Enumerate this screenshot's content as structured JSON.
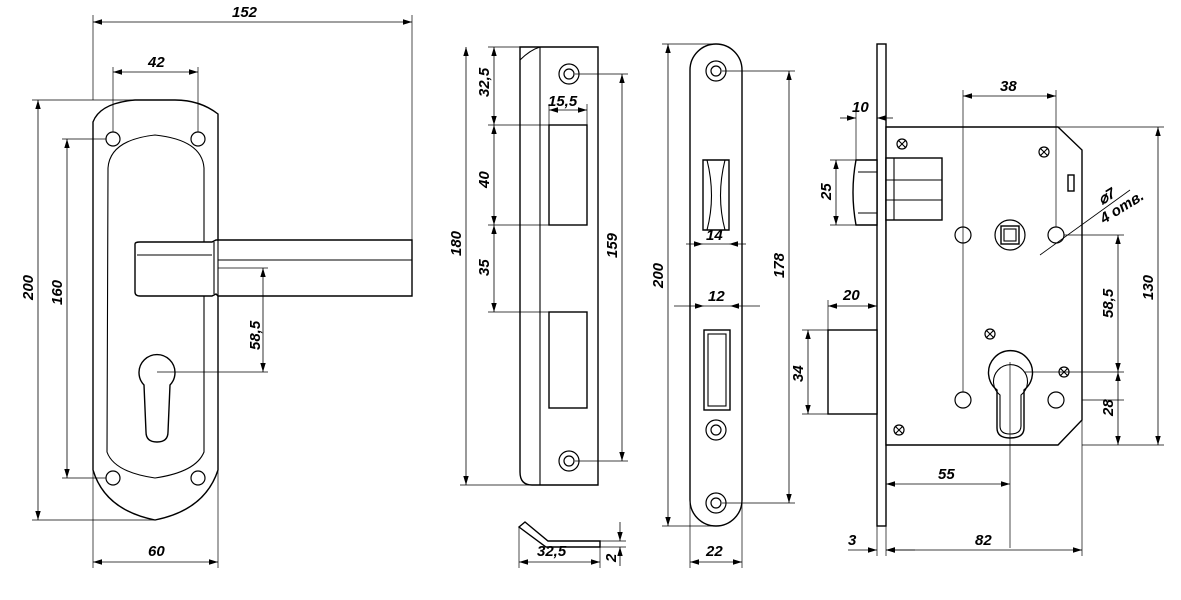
{
  "dimensions": {
    "handle_plate": {
      "overall_length": "152",
      "hole_spacing_horizontal": "42",
      "plate_height": "200",
      "hole_spacing_vertical": "160",
      "handle_to_cylinder": "58,5",
      "plate_width": "60"
    },
    "strike_plate": {
      "top_offset": "32,5",
      "slot_width": "15,5",
      "slot_top_height": "40",
      "slot_gap": "35",
      "overall_height": "180",
      "hole_spacing": "159",
      "profile_depth": "32,5",
      "profile_thickness": "2"
    },
    "faceplate": {
      "overall_height": "200",
      "latch_width": "14",
      "bolt_width": "12",
      "hole_spacing": "178",
      "plate_width": "22"
    },
    "lock_body": {
      "latch_projection": "10",
      "latch_height": "25",
      "top_hole_distance": "38",
      "hole_diameter": "⌀7",
      "hole_count": "4 отв.",
      "bolt_projection": "20",
      "bolt_height": "34",
      "handle_to_cylinder": "58,5",
      "body_height": "130",
      "cylinder_to_screw": "28",
      "backset": "55",
      "faceplate_thickness": "3",
      "body_depth": "82"
    }
  },
  "colors": {
    "line": "#000000",
    "background": "#ffffff"
  }
}
